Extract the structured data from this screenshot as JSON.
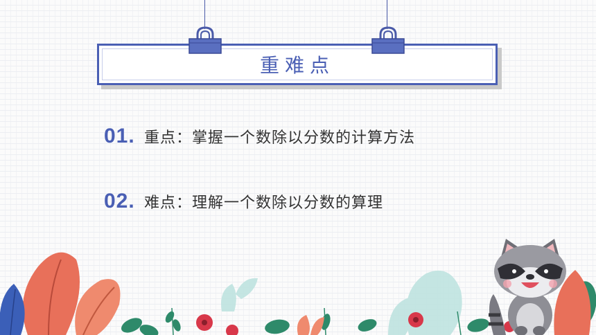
{
  "title": "重难点",
  "points": [
    {
      "num": "01.",
      "text": "重点：掌握一个数除以分数的计算方法"
    },
    {
      "num": "02.",
      "text": "难点：理解一个数除以分数的算理"
    }
  ],
  "colors": {
    "accent": "#4a5fb4",
    "text": "#333333",
    "coral": "#e8705a",
    "leaf_green": "#2e8a6a",
    "pale_teal": "#bfe3e0"
  },
  "icons": {
    "clips": "binder-clip-icon",
    "mascot": "raccoon-icon",
    "plants": "foliage-decoration"
  }
}
